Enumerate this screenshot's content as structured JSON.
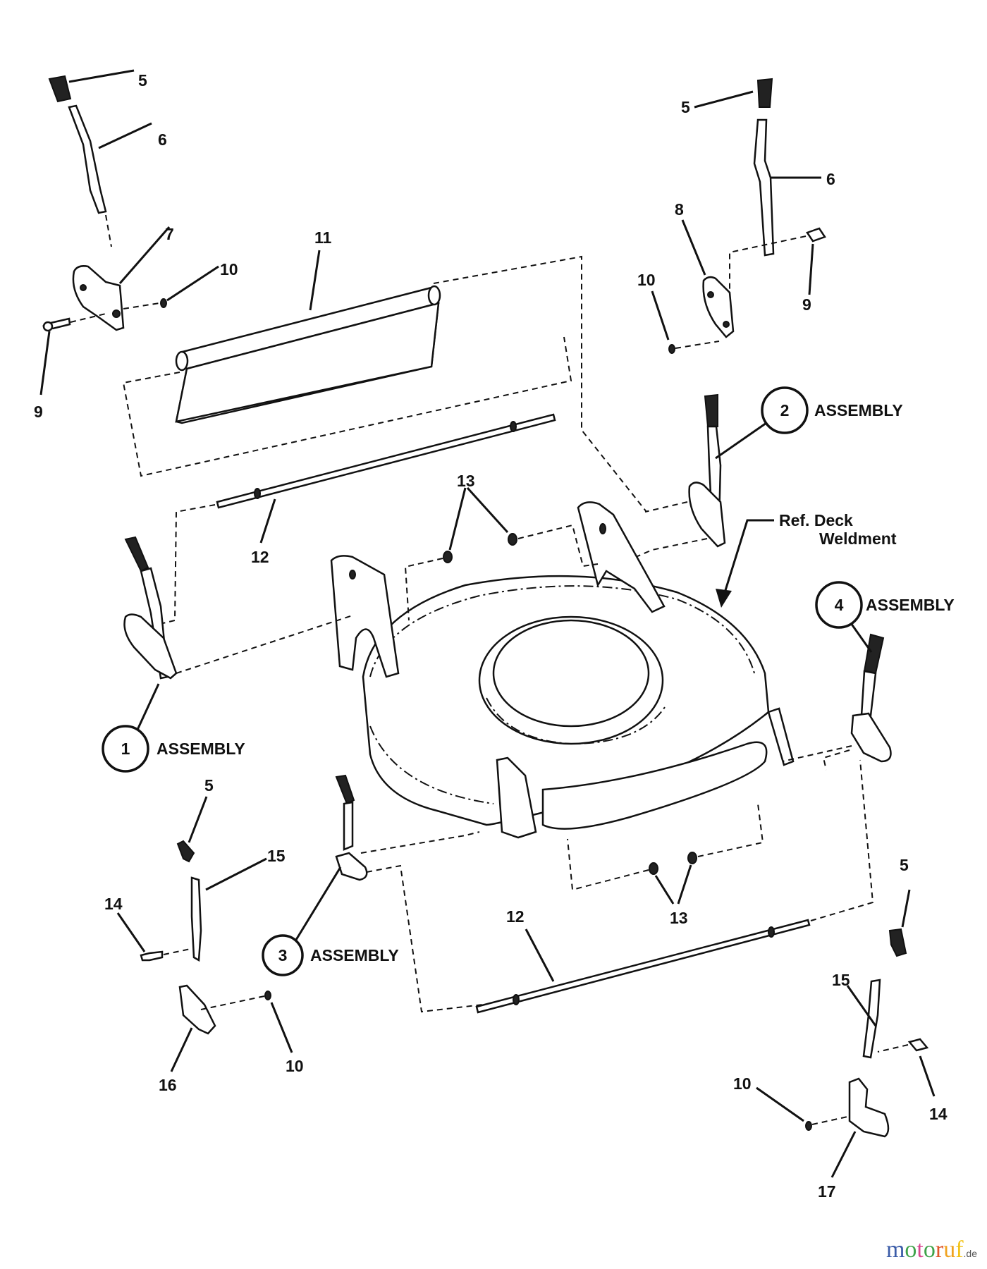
{
  "diagram": {
    "title": "Mower deck height adjuster exploded parts view",
    "callouts": [
      {
        "id": "c5a",
        "text": "5"
      },
      {
        "id": "c6a",
        "text": "6"
      },
      {
        "id": "c7",
        "text": "7"
      },
      {
        "id": "c10a",
        "text": "10"
      },
      {
        "id": "c9a",
        "text": "9"
      },
      {
        "id": "c11",
        "text": "11"
      },
      {
        "id": "c5b",
        "text": "5"
      },
      {
        "id": "c6b",
        "text": "6"
      },
      {
        "id": "c8",
        "text": "8"
      },
      {
        "id": "c10b",
        "text": "10"
      },
      {
        "id": "c9b",
        "text": "9"
      },
      {
        "id": "c12a",
        "text": "12"
      },
      {
        "id": "c13a",
        "text": "13"
      },
      {
        "id": "c13b",
        "text": "13"
      },
      {
        "id": "c5c",
        "text": "5"
      },
      {
        "id": "c15a",
        "text": "15"
      },
      {
        "id": "c14a",
        "text": "14"
      },
      {
        "id": "c16",
        "text": "16"
      },
      {
        "id": "c10c",
        "text": "10"
      },
      {
        "id": "c12b",
        "text": "12"
      },
      {
        "id": "c5d",
        "text": "5"
      },
      {
        "id": "c15b",
        "text": "15"
      },
      {
        "id": "c14b",
        "text": "14"
      },
      {
        "id": "c10d",
        "text": "10"
      },
      {
        "id": "c17",
        "text": "17"
      }
    ],
    "assemblies": [
      {
        "number": "1",
        "label": "ASSEMBLY"
      },
      {
        "number": "2",
        "label": "ASSEMBLY"
      },
      {
        "number": "3",
        "label": "ASSEMBLY"
      },
      {
        "number": "4",
        "label": "ASSEMBLY"
      }
    ],
    "reference_label": {
      "line1": "Ref. Deck",
      "line2": "Weldment"
    }
  },
  "watermark": {
    "letters": [
      {
        "ch": "m",
        "color": "#3b5ca8"
      },
      {
        "ch": "o",
        "color": "#3fa34a"
      },
      {
        "ch": "t",
        "color": "#d9468f"
      },
      {
        "ch": "o",
        "color": "#3fa34a"
      },
      {
        "ch": "r",
        "color": "#e0582a"
      },
      {
        "ch": "u",
        "color": "#f0a21e"
      },
      {
        "ch": "f",
        "color": "#f2c318"
      }
    ],
    "tld": ".de"
  }
}
